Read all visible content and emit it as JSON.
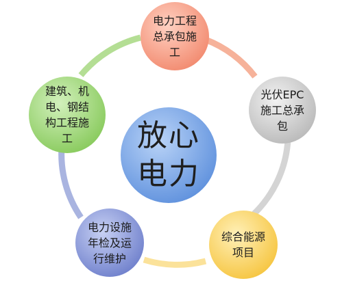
{
  "center": {
    "label": "放心\n电力",
    "color": "#6d9ee3"
  },
  "nodes": [
    {
      "label": "电力工程\n总承包施\n工",
      "color": "#f4967f"
    },
    {
      "label": "光伏EPC\n施工总承\n包",
      "color": "#c4c4c4"
    },
    {
      "label": "综合能源\n项目",
      "color": "#fbd25d"
    },
    {
      "label": "电力设施\n年检及运\n行维护",
      "color": "#7d8fd3"
    },
    {
      "label": "建筑、机\n电、钢结\n构工程施\n工",
      "color": "#97d36d"
    }
  ],
  "ring_colors": {
    "top_to_right": "#f6b29a",
    "right_to_bottom_right": "#d4d4d4",
    "bottom_right_to_bottom_left": "#fbe29a",
    "bottom_left_to_left": "#a9b4e0",
    "left_to_top": "#b4de94"
  }
}
